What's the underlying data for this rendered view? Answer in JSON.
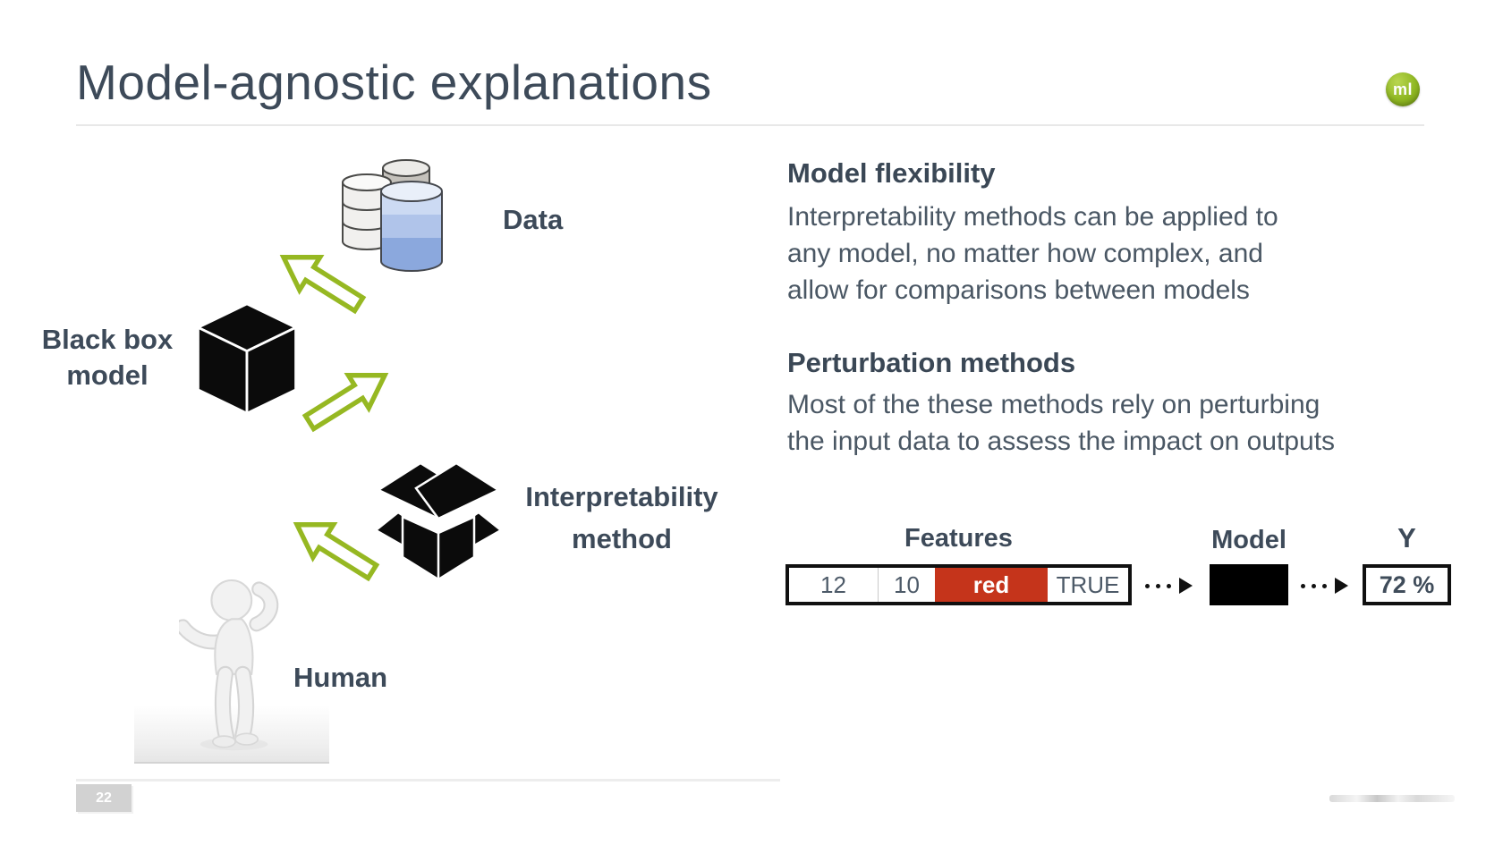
{
  "title": "Model-agnostic explanations",
  "logo": {
    "text": "ml"
  },
  "flow": {
    "data_label": "Data",
    "blackbox_label": [
      "Black box",
      "model"
    ],
    "interpretability_label": [
      "Interpretability",
      "method"
    ],
    "human_label": "Human"
  },
  "sections": [
    {
      "heading": "Model flexibility",
      "lines": [
        "Interpretability methods can be applied to",
        "any model, no matter how complex, and",
        "allow for comparisons between models"
      ]
    },
    {
      "heading": "Perturbation methods",
      "lines": [
        "Most of the these methods rely on perturbing",
        "the input data to assess the impact on outputs"
      ]
    }
  ],
  "pipeline": {
    "features_label": "Features",
    "model_label": "Model",
    "y_label": "Y",
    "cells": [
      {
        "value": "12"
      },
      {
        "value": "10"
      },
      {
        "value": "red"
      },
      {
        "value": "TRUE"
      }
    ],
    "output": "72 %"
  },
  "footer": {
    "page": "22"
  },
  "colors": {
    "heading": "#3a4755",
    "body": "#4a5764",
    "accent_green": "#96b822",
    "highlight_red": "#c5341b"
  }
}
